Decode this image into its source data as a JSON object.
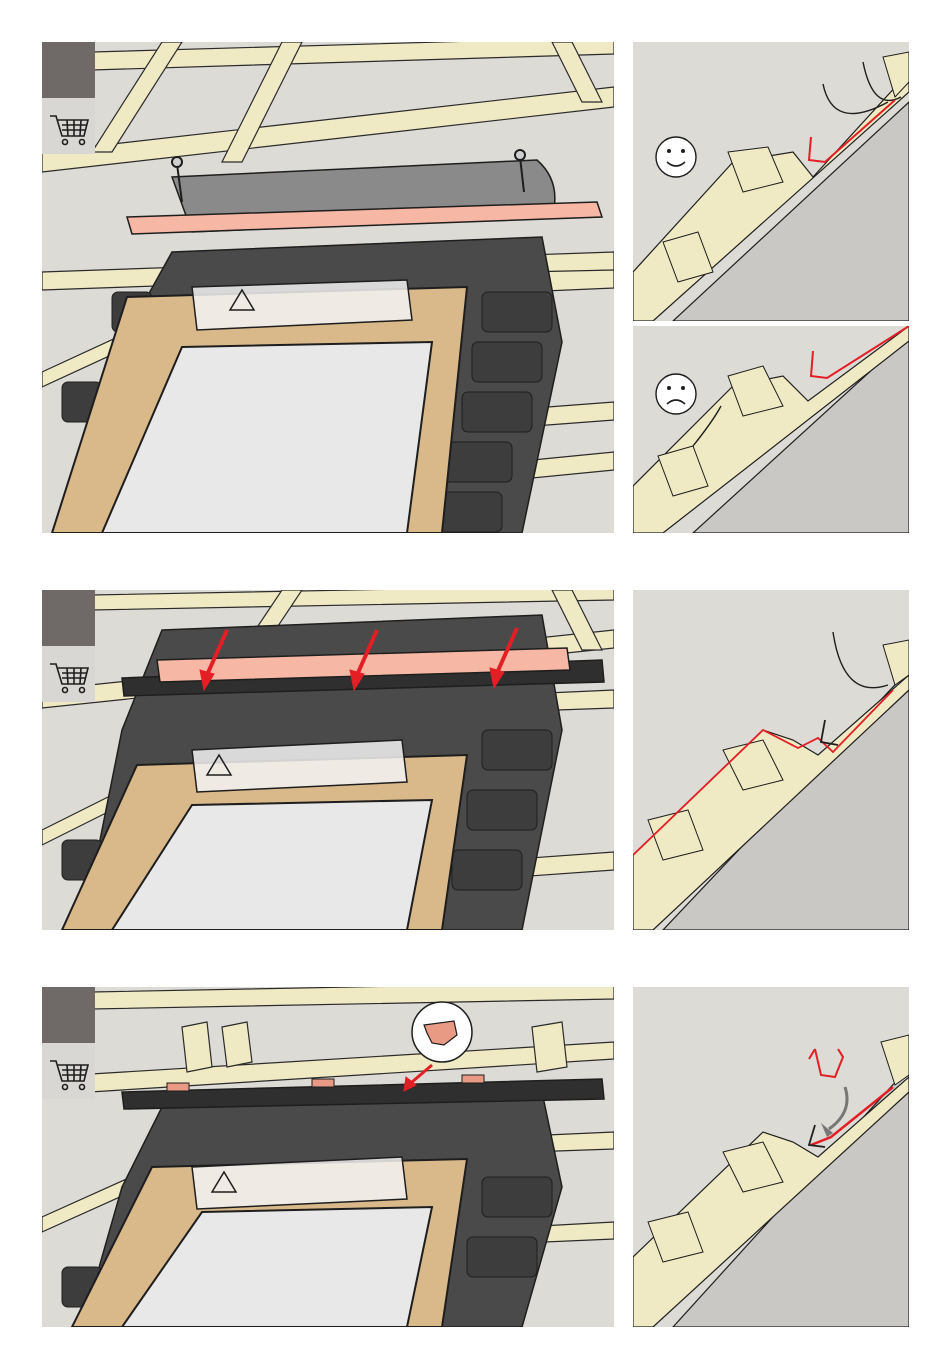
{
  "steps": [
    {
      "id": 1,
      "main_panel": "install-flashing",
      "detail_panels": [
        "correct-fit",
        "incorrect-fit"
      ]
    },
    {
      "id": 2,
      "main_panel": "mark-batten",
      "detail_panels": [
        "cut-outline"
      ]
    },
    {
      "id": 3,
      "main_panel": "fit-clip",
      "detail_panels": [
        "clip-insertion"
      ]
    }
  ],
  "icons": {
    "cart": "shopping-cart-icon",
    "happy": "smiley-happy-icon",
    "sad": "smiley-sad-icon",
    "warning": "warning-triangle-icon",
    "arrow": "red-arrow-icon",
    "clip": "flashing-clip-icon"
  },
  "colors": {
    "background": "#dcdbd5",
    "batten": "#efe9c4",
    "batten_stroke": "#2b2b2b",
    "flashing_dark": "#5a5a5a",
    "underlay": "#4a4a4a",
    "salmon_board": "#f6b7a4",
    "frame_wood": "#d9b98a",
    "glass": "#e6e6e6",
    "red_accent": "#e31e24",
    "badge_dark": "#6f6a67",
    "badge_light": "#d9d7d3",
    "roof_grey": "#c9c8c4"
  }
}
